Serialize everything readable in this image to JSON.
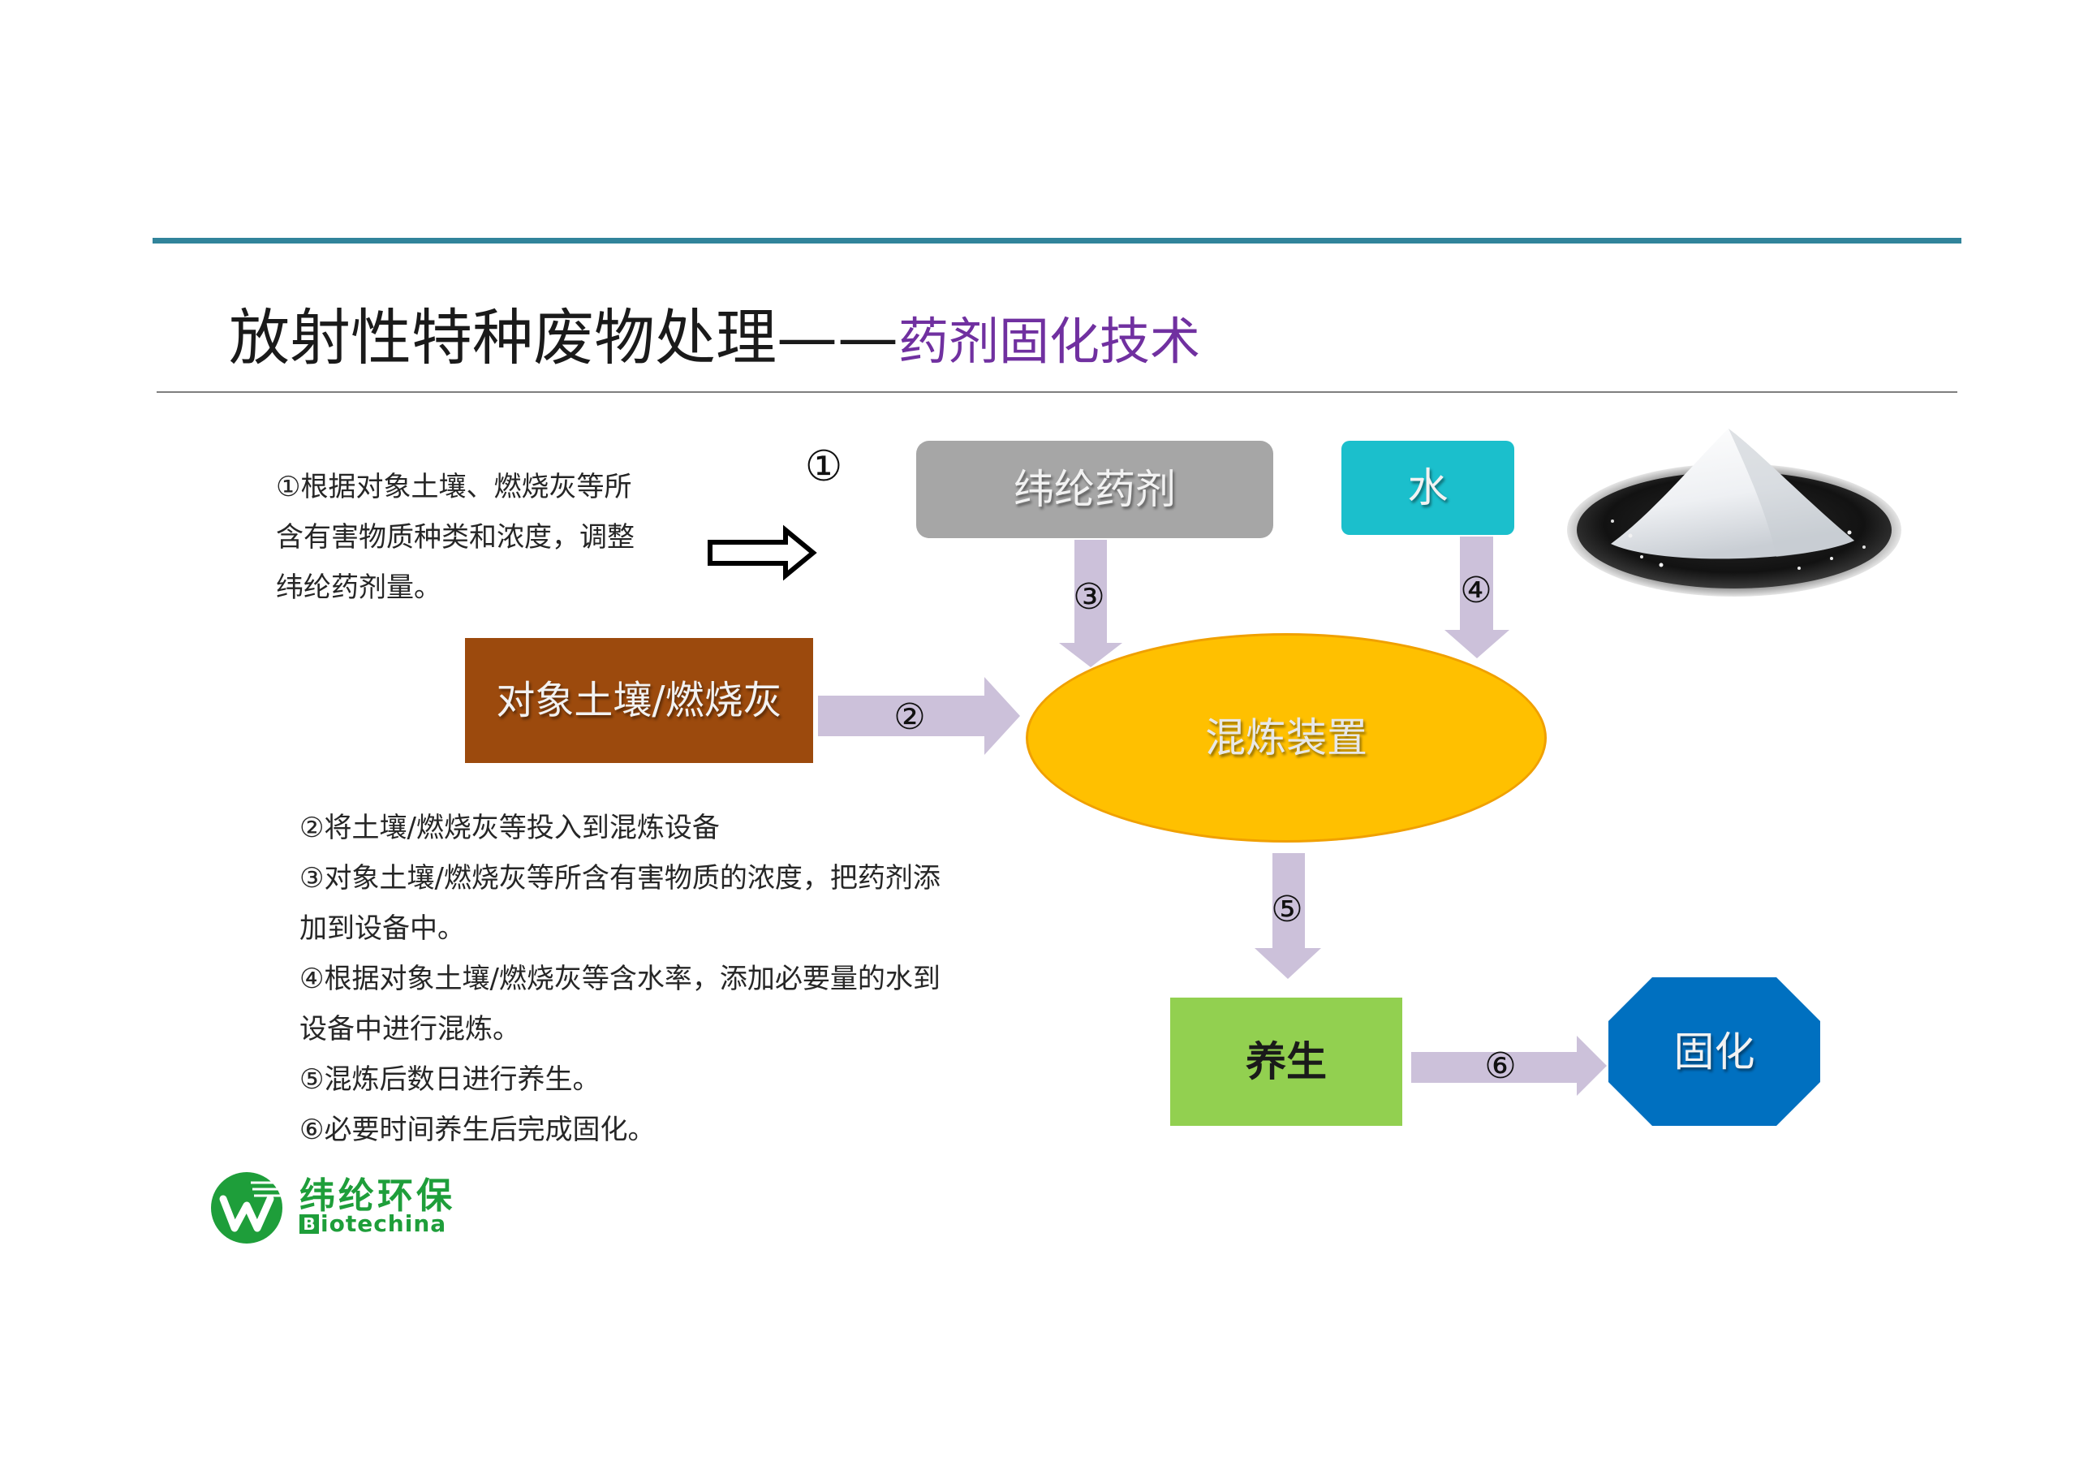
{
  "slide": {
    "title_main": "放射性特种废物处理——",
    "title_accent": "药剂固化技术"
  },
  "notes_top": {
    "lines": [
      "①根据对象土壤、燃烧灰等所",
      "含有害物质种类和浓度，调整",
      "纬纶药剂量。"
    ]
  },
  "notes_bottom": {
    "lines": [
      "②将土壤/燃烧灰等投入到混炼设备",
      "③对象土壤/燃烧灰等所含有害物质的浓度，把药剂添",
      "加到设备中。",
      "④根据对象土壤/燃烧灰等含水率，添加必要量的水到",
      "设备中进行混炼。",
      "⑤混炼后数日进行养生。",
      "⑥必要时间养生后完成固化。"
    ]
  },
  "diagram": {
    "nodes": {
      "agent": "纬纶药剂",
      "water": "水",
      "soil": "对象土壤/燃烧灰",
      "mixer": "混炼装置",
      "curing": "养生",
      "solidify": "固化"
    },
    "steps": [
      "①",
      "②",
      "③",
      "④",
      "⑤",
      "⑥"
    ]
  },
  "logo": {
    "cn": "纬纶环保",
    "en_initial": "B",
    "en_rest": "iotechina"
  },
  "icons": {
    "intro_arrow": "hollow-right-arrow-icon",
    "flow_arrow": "block-arrow-icon",
    "agent_photo": "white-powder-pile-image",
    "logo_mark": "w-circle-logo-icon"
  },
  "colors": {
    "rule": "#31849B",
    "title_rule": "#7F7F7F",
    "title_accent": "#7030A0",
    "agent": "#A6A6A6",
    "water": "#1BBFCC",
    "soil": "#9C4A0D",
    "mixer": "#FFC000",
    "mixer_border": "#F0A000",
    "curing": "#92D050",
    "solidify": "#0070C0",
    "arrow": "#CCC1DA",
    "arrow_outline": "#000000",
    "logo_green": "#1E9E3A"
  }
}
